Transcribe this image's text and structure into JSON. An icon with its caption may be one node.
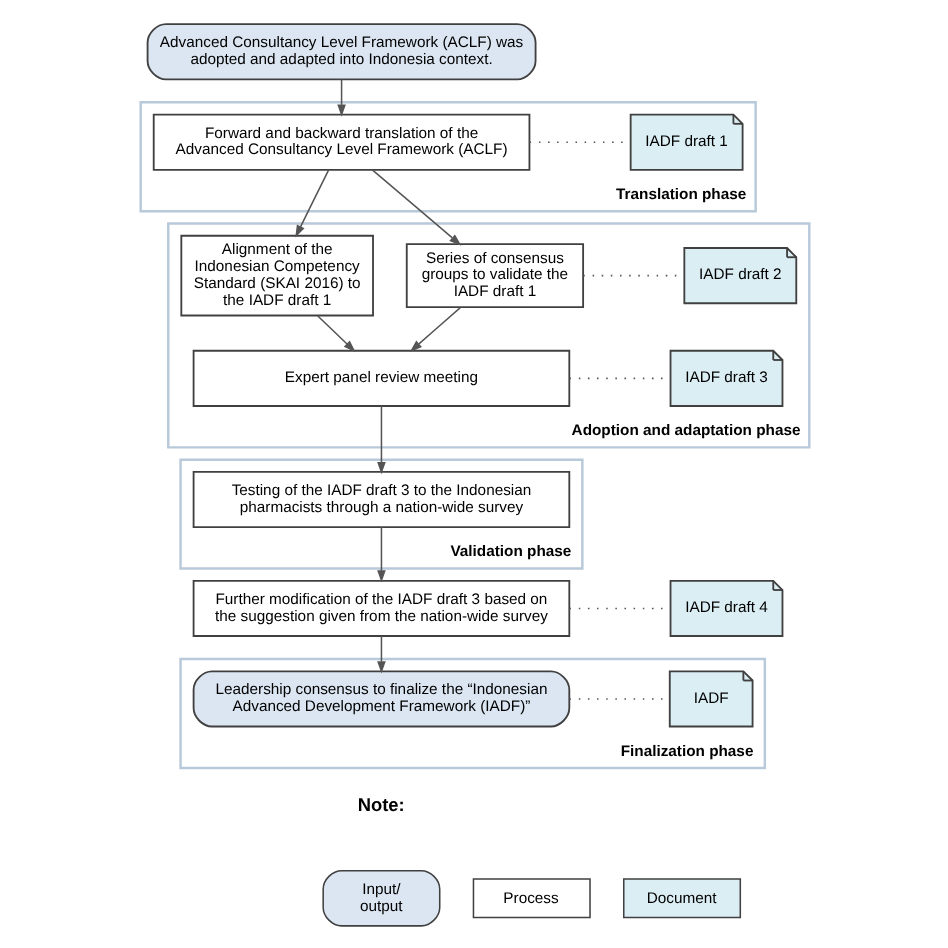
{
  "diagram": {
    "nodes": [
      {
        "text": [
          "Advanced Consultancy Level Framework (ACLF) was adopted and adapted into Indonesia context."
        ]
      },
      {
        "text": [
          "Translation phase"
        ]
      },
      {
        "text": [
          "Forward and backward translation of the Advanced Consultancy Level Framework (ACLF)"
        ],
        "in": 1
      },
      {
        "text": [
          "IADF draft 1"
        ],
        "in": 1
      },
      {
        "text": [
          "Adoption and adaptation phase"
        ]
      },
      {
        "text": [
          "Alignment of the Indonesian Competency Standard (SKAI 2016) to the IADF draft 1"
        ],
        "in": 4
      },
      {
        "text": [
          "Series of consensus groups to validate the IADF draft 1"
        ],
        "in": 4
      },
      {
        "text": [
          "IADF draft 2"
        ],
        "in": 4
      },
      {
        "text": [
          "Expert panel review meeting"
        ],
        "in": 4
      },
      {
        "text": [
          "IADF draft 3"
        ],
        "in": 4
      },
      {
        "text": [
          "Validation phase"
        ]
      },
      {
        "text": [
          "Testing of the IADF draft 3 to the Indonesian pharmacists through a nation-wide survey"
        ],
        "in": 10
      },
      {
        "text": [
          "Further modification of the IADF draft 3 based on the suggestion given from the nation-wide survey"
        ]
      },
      {
        "text": [
          "IADF draft 4"
        ]
      },
      {
        "text": [
          "Finalization phase"
        ]
      },
      {
        "text": [
          "Leadership consensus to finalize the “Indonesian Advanced Development Framework (IADF)”"
        ],
        "in": 14
      },
      {
        "text": [
          "IADF"
        ],
        "in": 14
      }
    ],
    "edges": [
      {
        "from": 0,
        "to": 2,
        "arrow": "to"
      },
      {
        "from": 2,
        "to": 3,
        "arrow": "none",
        "style": "dashed"
      },
      {
        "from": 2,
        "to": 5,
        "arrow": "to"
      },
      {
        "from": 2,
        "to": 6,
        "arrow": "to"
      },
      {
        "from": 6,
        "to": 7,
        "arrow": "none",
        "style": "dashed"
      },
      {
        "from": 5,
        "to": 8,
        "arrow": "to"
      },
      {
        "from": 6,
        "to": 8,
        "arrow": "to"
      },
      {
        "from": 8,
        "to": 9,
        "arrow": "none",
        "style": "dashed"
      },
      {
        "from": 8,
        "to": 11,
        "arrow": "to"
      },
      {
        "from": 11,
        "to": 12,
        "arrow": "to"
      },
      {
        "from": 12,
        "to": 13,
        "arrow": "none",
        "style": "dashed"
      },
      {
        "from": 12,
        "to": 15,
        "arrow": "to"
      },
      {
        "from": 15,
        "to": 16,
        "arrow": "none",
        "style": "dashed"
      }
    ],
    "labels": [
      "Note:"
    ],
    "legend": [
      {
        "text": "Input/ output",
        "color": "#dce6f2"
      },
      {
        "text": "Process",
        "color": "#ffffff"
      },
      {
        "text": "Document",
        "color": "#dbeef4"
      }
    ]
  }
}
